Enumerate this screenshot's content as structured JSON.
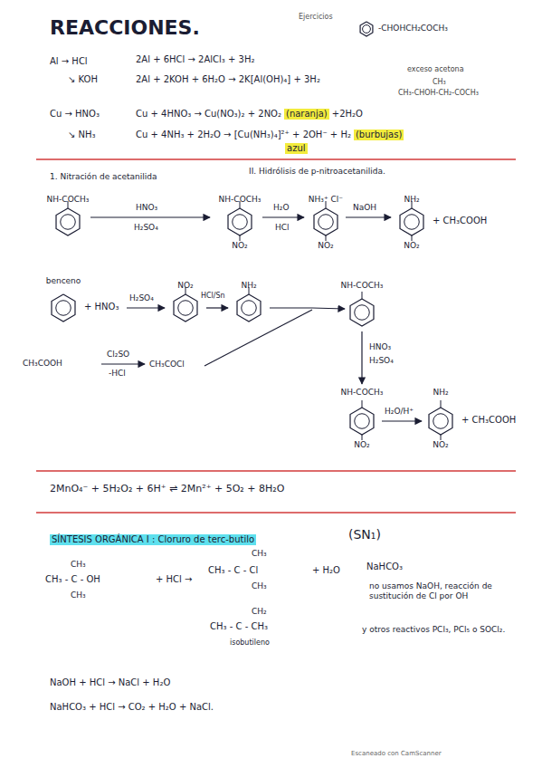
{
  "diagram": {
    "title": "REACCIONES.",
    "labels": [
      "Ejercicios",
      "-CHOHCH₂COCH₃",
      "Al → HCl",
      "2Al + 6HCl → 2AlCl₃ + 3H₂",
      "↘ KOH",
      "2Al + 2KOH + 6H₂O → 2K[Al(OH)₄] + 3H₂",
      "exceso acetona",
      "CH₃",
      "CH₃-CHOH-CH₂-COCH₃",
      "Cu → HNO₃",
      "Cu + 4HNO₃ → Cu(NO₃)₂ + 2NO₂",
      "(naranja)",
      "+2H₂O",
      "↘ NH₃",
      "Cu + 4NH₃ + 2H₂O → [Cu(NH₃)₄]²⁺ + 2OH⁻ + H₂",
      "(burbujas)",
      "azul",
      "1. Nitración de acetanilida",
      "II. Hidrólisis de p-nitroacetanilida.",
      "NH-COCH₃",
      "HNO₃",
      "H₂SO₄",
      "NH-COCH₃",
      "NO₂",
      "H₂O",
      "HCl",
      "NH₃⁺ Cl⁻",
      "NO₂",
      "NaOH",
      "NH₂",
      "NO₂",
      "+ CH₃COOH",
      "benceno",
      "+ HNO₃",
      "H₂SO₄",
      "NO₂",
      "HCl/Sn",
      "NH₂",
      "NH-COCH₃",
      "CH₃COOH",
      "Cl₂SO",
      "-HCl",
      "CH₃COCl",
      "HNO₃",
      "H₂SO₄",
      "NH-COCH₃",
      "NO₂",
      "H₂O/H⁺",
      "NH₂",
      "NO₂",
      "+ CH₃COOH",
      "2MnO₄⁻ + 5H₂O₂ + 6H⁺ ⇌ 2Mn²⁺ + 5O₂ + 8H₂O",
      "SÍNTESIS ORGÁNICA I : Cloruro de terc-butilo",
      "(SN₁)",
      "CH₃",
      "CH₃ - C - OH",
      "CH₃",
      "+ HCl →",
      "CH₃",
      "CH₃ - C - Cl",
      "+ H₂O",
      "CH₃",
      "CH₂",
      "CH₃ - C - CH₃",
      "isobutileno",
      "NaHCO₃",
      "no usamos NaOH, reacción de sustitución de Cl por OH",
      "y otros reactivos PCl₃, PCl₅ o SOCl₂.",
      "NaOH + HCl → NaCl + H₂O",
      "NaHCO₃ + HCl → CO₂ + H₂O + NaCl.",
      "Escaneado con CamScanner"
    ]
  }
}
